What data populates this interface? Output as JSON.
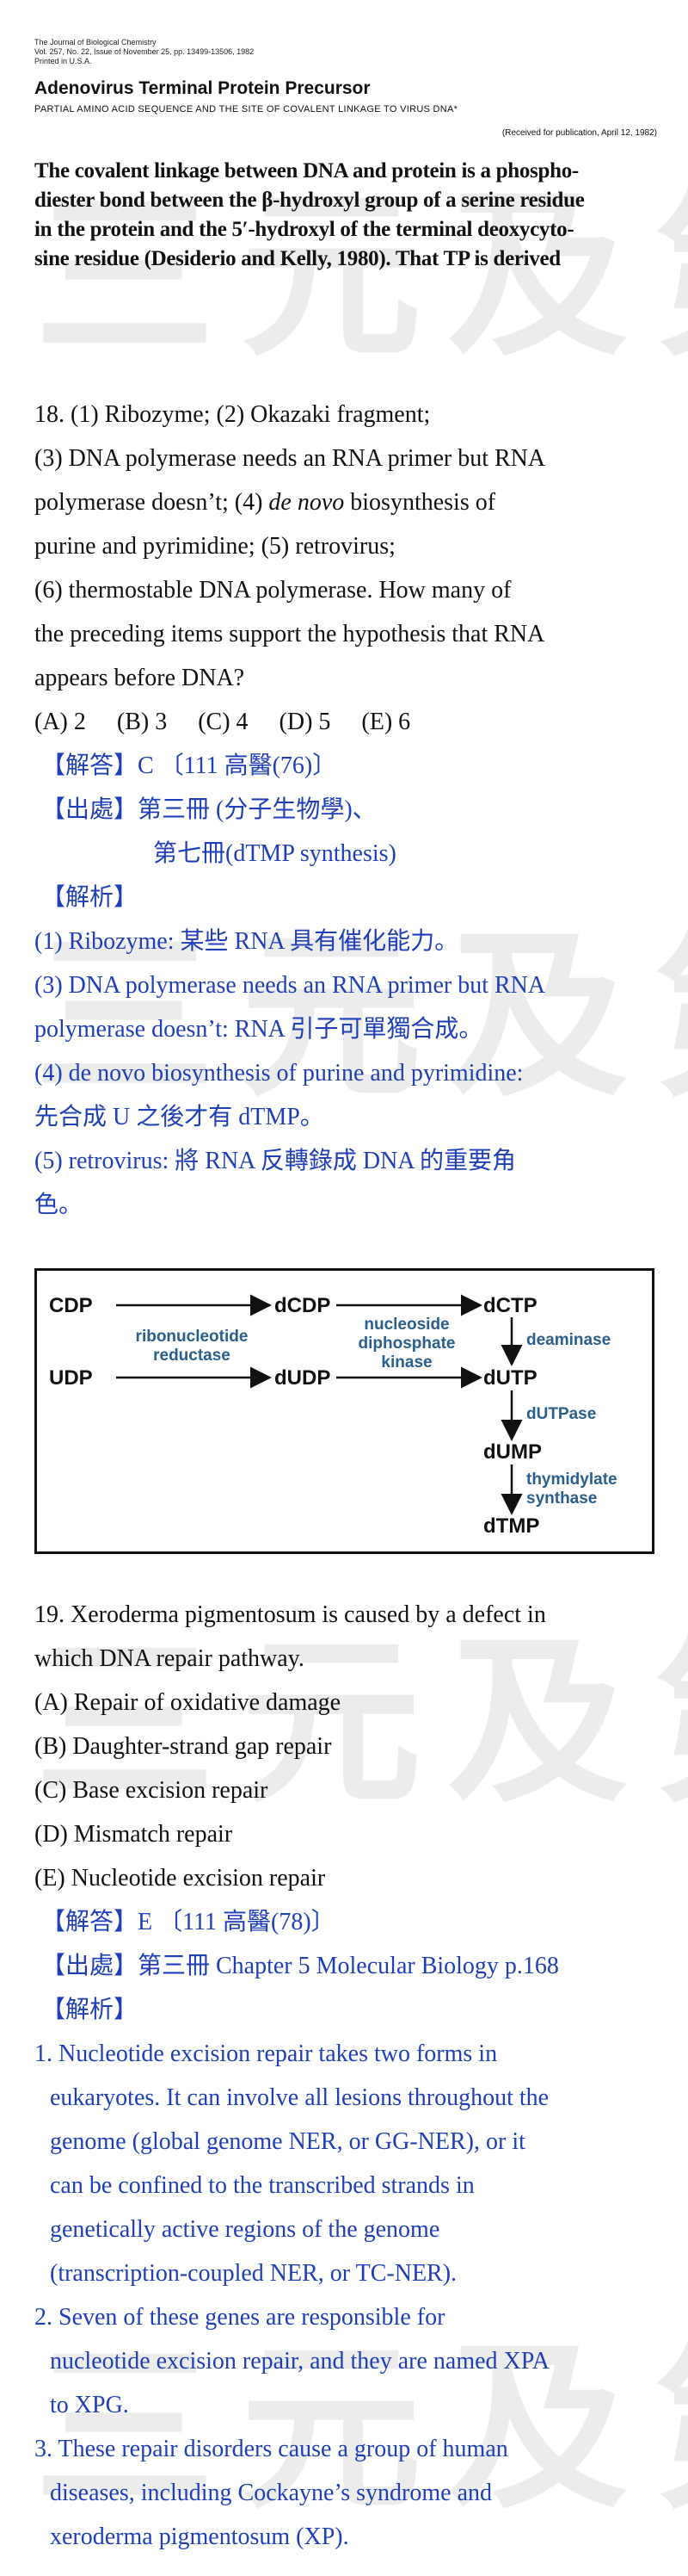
{
  "watermark": "三元及第",
  "paper_excerpt": {
    "journal_line1": "The Journal of Biological Chemistry",
    "journal_line2": "Vol. 257, No. 22, Issue of November 25, pp. 13499-13506, 1982",
    "journal_line3": "Printed in U.S.A.",
    "title": "Adenovirus Terminal Protein Precursor",
    "subtitle": "PARTIAL AMINO ACID SEQUENCE AND THE SITE OF COVALENT LINKAGE TO VIRUS DNA*",
    "received": "(Received for publication, April 12, 1982)",
    "body_lines": [
      "The covalent linkage between DNA and protein is a phospho-",
      "diester bond between the β-hydroxyl group of a serine residue",
      "in the protein and the 5′-hydroxyl of the terminal deoxycyto-",
      "sine residue (Desiderio and Kelly, 1980). That TP is derived"
    ]
  },
  "q18": {
    "line1": "18. (1) Ribozyme; (2) Okazaki fragment;",
    "line2": "(3) DNA polymerase needs an RNA primer but RNA",
    "line3a": "polymerase doesn’t; (4) ",
    "line3b": "de novo",
    "line3c": " biosynthesis of",
    "line4": "purine and pyrimidine; (5) retrovirus;",
    "line5": "(6) thermostable DNA polymerase. How many of",
    "line6": "the preceding items support the hypothesis that RNA",
    "line7": "appears before DNA?",
    "options": [
      "(A) 2",
      "(B) 3",
      "(C) 4",
      "(D) 5",
      "(E) 6"
    ],
    "answer": "【解答】C 〔111 高醫(76)〕",
    "source1": "【出處】第三冊 (分子生物學)、",
    "source2": "第七冊(dTMP synthesis)",
    "analysis_label": "【解析】",
    "analysis": [
      "(1) Ribozyme: 某些 RNA 具有催化能力。",
      "(3) DNA polymerase needs an RNA primer but RNA",
      "polymerase doesn’t: RNA 引子可單獨合成。",
      "(4) de novo biosynthesis of purine and pyrimidine:",
      "先合成 U 之後才有 dTMP。",
      "(5) retrovirus: 將 RNA 反轉錄成 DNA 的重要角",
      "色。"
    ]
  },
  "diagram": {
    "nodes": [
      "CDP",
      "dCDP",
      "dCTP",
      "UDP",
      "dUDP",
      "dUTP",
      "dUMP",
      "dTMP"
    ],
    "enzymes": {
      "rr1": "ribonucleotide",
      "rr2": "reductase",
      "ndk1": "nucleoside",
      "ndk2": "diphosphate",
      "ndk3": "kinase",
      "deaminase": "deaminase",
      "dutpase": "dUTPase",
      "ts1": "thymidylate",
      "ts2": "synthase"
    },
    "colors": {
      "enzyme": "#2a5e8c",
      "node": "#111111"
    }
  },
  "q19": {
    "question1": "19. Xeroderma pigmentosum is caused by a defect in",
    "question2": "which DNA repair pathway.",
    "options": [
      "(A) Repair of oxidative damage",
      "(B) Daughter-strand gap repair",
      "(C) Base excision repair",
      "(D) Mismatch repair",
      "(E) Nucleotide excision repair"
    ],
    "answer": "【解答】E 〔111 高醫(78)〕",
    "source": "【出處】第三冊 Chapter 5 Molecular Biology p.168",
    "analysis_label": "【解析】",
    "points": [
      [
        "1. Nucleotide excision repair takes two forms in",
        "eukaryotes. It can involve all lesions throughout the",
        "genome (global genome NER, or GG-NER), or it",
        "can be confined to the transcribed strands in",
        "genetically active regions of the genome",
        "(transcription-coupled NER, or TC-NER)."
      ],
      [
        "2. Seven of these genes are responsible for",
        "nucleotide excision repair, and they are named XPA",
        "to XPG."
      ],
      [
        "3. These repair disorders cause a group of human",
        "diseases, including Cockayne’s syndrome and",
        "xeroderma pigmentosum (XP)."
      ]
    ]
  }
}
